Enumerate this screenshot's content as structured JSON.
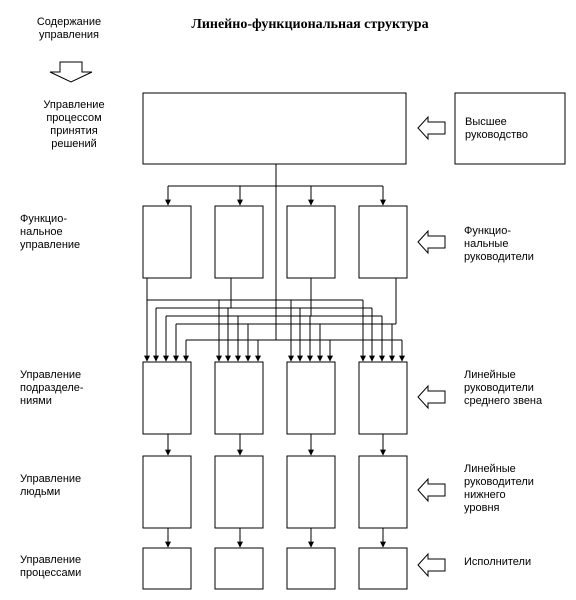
{
  "title": "Линейно-функциональная структура",
  "left_labels": {
    "header": "Содержание\nуправления",
    "row1": "Управление\nпроцессом\nпринятия\nрешений",
    "row2": "Функцио-\nнальное\nуправление",
    "row3": "Управление\nподразделе-\nниями",
    "row4": "Управление\nлюдьми",
    "row5": "Управление\nпроцессами"
  },
  "right_labels": {
    "row1": "Высшее\nруководство",
    "row2": "Функцио-\nнальные\nруководители",
    "row3": "Линейные\nруководители\nсреднего звена",
    "row4": "Линейные\nруководители\nнижнего\nуровня",
    "row5": "Исполнители"
  }
}
